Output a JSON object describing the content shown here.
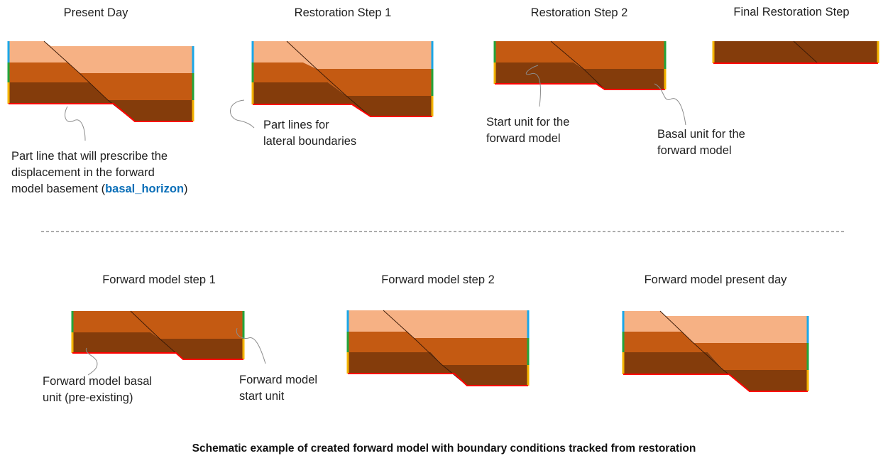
{
  "colors": {
    "top_unit": "#f6b184",
    "middle_unit": "#c45a12",
    "basal_unit": "#843c0b",
    "fault_line": "#3a1a08",
    "boundary_top_side": "#1aa7e8",
    "boundary_mid_side": "#23a53b",
    "boundary_basal_side": "#f4b400",
    "boundary_base": "#ff0000",
    "separator": "#595959",
    "highlight": "#0b6fb8"
  },
  "restoration": {
    "titles": [
      "Present Day",
      "Restoration Step 1",
      "Restoration Step 2",
      "Final Restoration Step"
    ]
  },
  "forward": {
    "titles": [
      "Forward model step 1",
      "Forward model step 2",
      "Forward model present day"
    ]
  },
  "annotations": {
    "basal_line": {
      "line1": "Part line that will prescribe the",
      "line2": "displacement in the forward",
      "line3_prefix": "model basement (",
      "line3_keyword": "basal_horizon",
      "line3_suffix": ")"
    },
    "part_lines": {
      "line1": "Part lines for",
      "line2": "lateral boundaries"
    },
    "start_unit": {
      "line1": "Start unit for the",
      "line2": "forward model"
    },
    "basal_unit": {
      "line1": "Basal unit for the",
      "line2": "forward model"
    },
    "fwd_basal": {
      "line1": "Forward model basal",
      "line2": "unit (pre-existing)"
    },
    "fwd_start": {
      "line1": "Forward model",
      "line2": "start unit"
    }
  },
  "caption": "Schematic example of created forward model with boundary conditions tracked from restoration"
}
